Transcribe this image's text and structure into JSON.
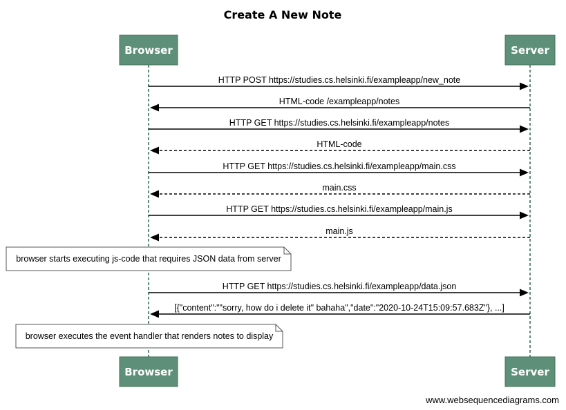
{
  "diagram": {
    "title": "Create A New Note",
    "actors": [
      {
        "id": "browser",
        "label": "Browser"
      },
      {
        "id": "server",
        "label": "Server"
      }
    ],
    "colors": {
      "actor_fill": "#5e8f78",
      "actor_stroke": "#43705a",
      "lifeline": "#5e8f78",
      "arrow": "#000000",
      "note_fill": "#ffffff",
      "note_stroke": "#555555"
    },
    "steps": [
      {
        "kind": "message",
        "from": "browser",
        "to": "server",
        "style": "solid",
        "label": "HTTP POST https://studies.cs.helsinki.fi/exampleapp/new_note"
      },
      {
        "kind": "message",
        "from": "server",
        "to": "browser",
        "style": "solid",
        "label": "HTML-code /exampleapp/notes"
      },
      {
        "kind": "message",
        "from": "browser",
        "to": "server",
        "style": "solid",
        "label": "HTTP GET https://studies.cs.helsinki.fi/exampleapp/notes"
      },
      {
        "kind": "message",
        "from": "server",
        "to": "browser",
        "style": "dashed",
        "label": "HTML-code"
      },
      {
        "kind": "message",
        "from": "browser",
        "to": "server",
        "style": "solid",
        "label": "HTTP GET https://studies.cs.helsinki.fi/exampleapp/main.css"
      },
      {
        "kind": "message",
        "from": "server",
        "to": "browser",
        "style": "dashed",
        "label": "main.css"
      },
      {
        "kind": "message",
        "from": "browser",
        "to": "server",
        "style": "solid",
        "label": "HTTP GET https://studies.cs.helsinki.fi/exampleapp/main.js"
      },
      {
        "kind": "message",
        "from": "server",
        "to": "browser",
        "style": "dashed",
        "label": "main.js"
      },
      {
        "kind": "note",
        "over": "browser",
        "text": "browser starts executing js-code that requires JSON data from server"
      },
      {
        "kind": "message",
        "from": "browser",
        "to": "server",
        "style": "solid",
        "label": "HTTP GET https://studies.cs.helsinki.fi/exampleapp/data.json"
      },
      {
        "kind": "message",
        "from": "server",
        "to": "browser",
        "style": "solid",
        "label": "[{\"content\":\"\"sorry, how do i delete it\" bahaha\",\"date\":\"2020-10-24T15:09:57.683Z\"}, ...]"
      },
      {
        "kind": "note",
        "over": "browser",
        "text": "browser executes the event handler that renders notes to display"
      }
    ],
    "watermark": "www.websequencediagrams.com"
  }
}
